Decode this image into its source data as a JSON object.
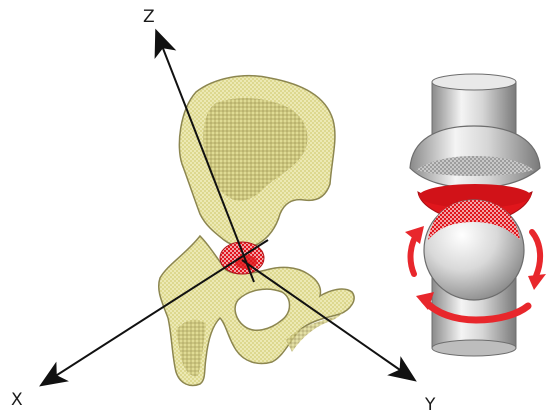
{
  "axes": {
    "z_label": "Z",
    "x_label": "X",
    "y_label": "Y"
  },
  "colors": {
    "bone_light": "#ece9b4",
    "bone_mid": "#ddd88f",
    "bone_shadow": "#b9b26a",
    "bone_outline": "#8c8650",
    "joint_red": "#e0161c",
    "joint_pink": "#f2a3a7",
    "metal_light": "#f2f2f2",
    "metal_mid": "#c8c8c8",
    "metal_dark": "#7d7d7d",
    "arrow_red": "#e8272c",
    "axis_black": "#111111"
  },
  "icons": {
    "pelvis": "pelvis-bone-icon",
    "joint_model": "ball-and-socket-joint-icon"
  }
}
